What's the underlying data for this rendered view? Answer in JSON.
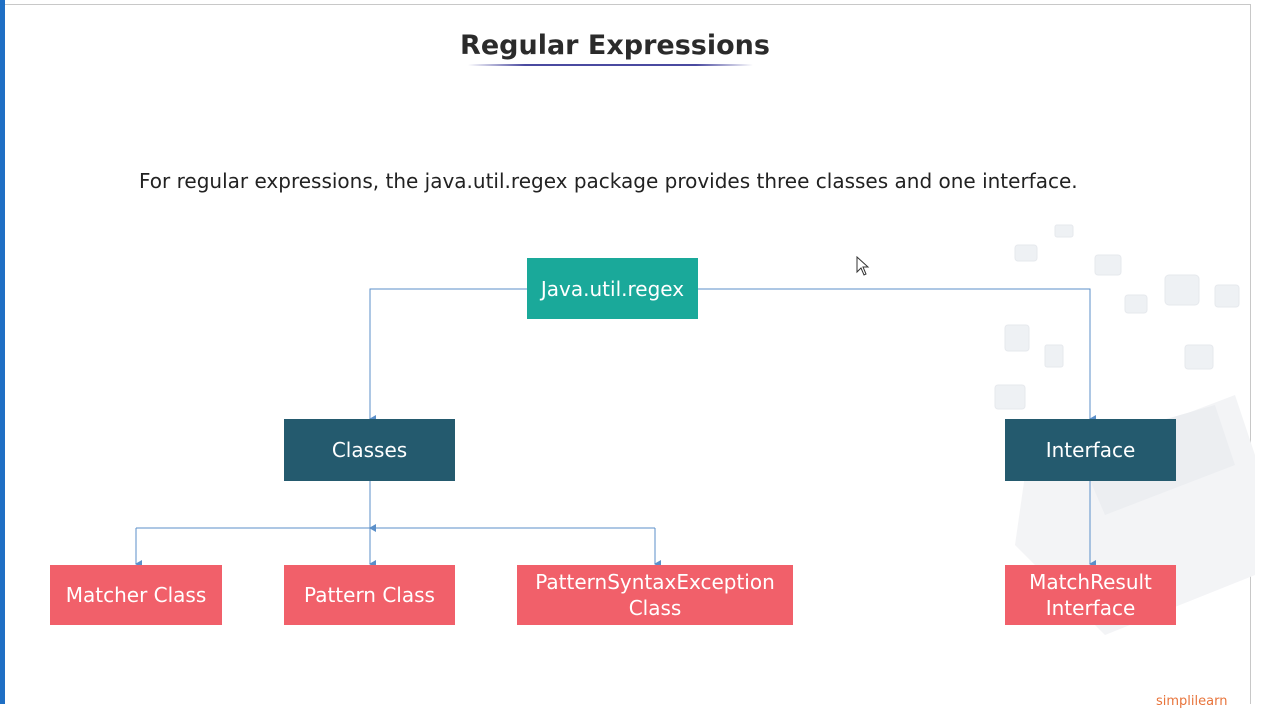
{
  "slide": {
    "title": "Regular Expressions",
    "subtitle": "For regular expressions, the java.util.regex package provides three classes and one interface."
  },
  "diagram": {
    "root": "Java.util.regex",
    "branches": {
      "classes": "Classes",
      "interface": "Interface"
    },
    "leaves": {
      "matcher": "Matcher Class",
      "pattern": "Pattern Class",
      "pattern_syntax": "PatternSyntaxException Class",
      "match_result": "MatchResult Interface"
    }
  },
  "colors": {
    "root": "#1aa99a",
    "branch": "#245a6e",
    "leaf": "#f1606a",
    "connector": "#5b8fc9"
  },
  "logo_text": "simplilearn"
}
